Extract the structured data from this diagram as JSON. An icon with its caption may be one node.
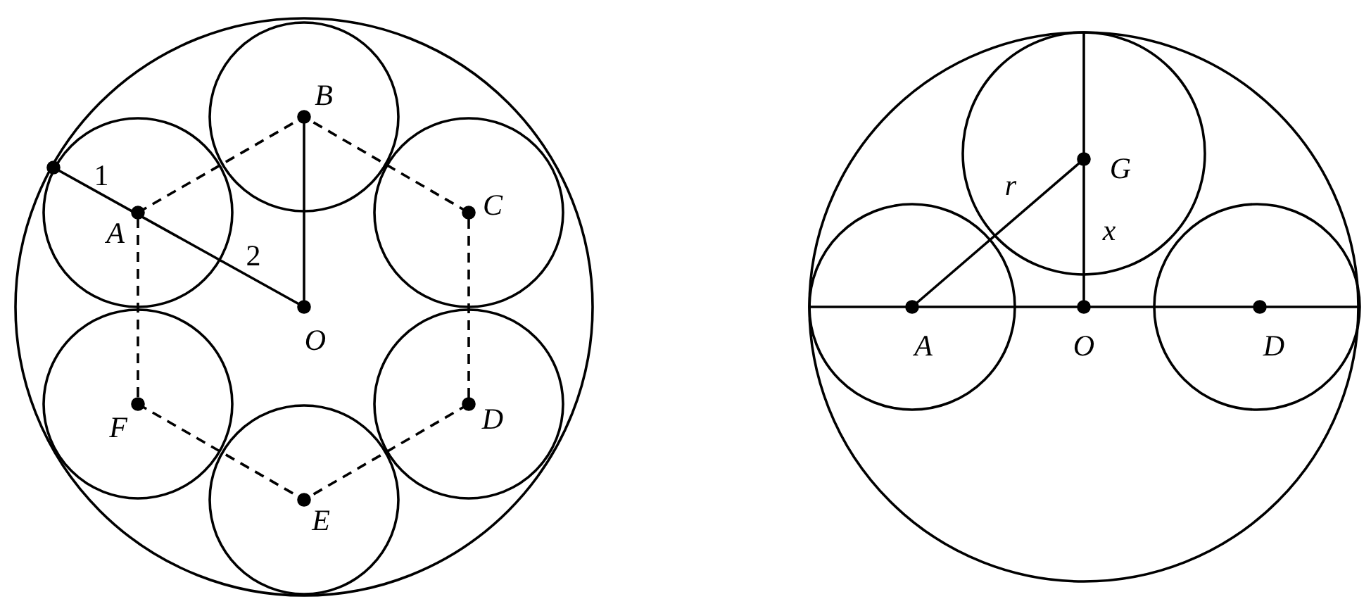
{
  "diagram": {
    "labels": [
      "B",
      "1",
      "A",
      "C",
      "2",
      "O",
      "F",
      "D",
      "E",
      "G",
      "r",
      "x",
      "A",
      "O",
      "D"
    ]
  }
}
